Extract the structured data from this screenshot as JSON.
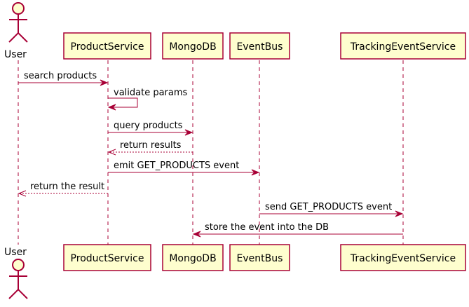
{
  "diagram": {
    "participants": [
      {
        "id": "user",
        "label": "User",
        "kind": "actor"
      },
      {
        "id": "product",
        "label": "ProductService",
        "kind": "participant"
      },
      {
        "id": "mongo",
        "label": "MongoDB",
        "kind": "participant"
      },
      {
        "id": "bus",
        "label": "EventBus",
        "kind": "participant"
      },
      {
        "id": "tracking",
        "label": "TrackingEventService",
        "kind": "participant"
      }
    ],
    "messages": [
      {
        "from": "user",
        "to": "product",
        "label": "search products",
        "style": "solid"
      },
      {
        "from": "product",
        "to": "product",
        "label": "validate params",
        "style": "solid"
      },
      {
        "from": "product",
        "to": "mongo",
        "label": "query products",
        "style": "solid"
      },
      {
        "from": "mongo",
        "to": "product",
        "label": "return results",
        "style": "dashed"
      },
      {
        "from": "product",
        "to": "bus",
        "label": "emit GET_PRODUCTS event",
        "style": "solid"
      },
      {
        "from": "product",
        "to": "user",
        "label": "return the result",
        "style": "dashed"
      },
      {
        "from": "bus",
        "to": "tracking",
        "label": "send GET_PRODUCTS event",
        "style": "solid"
      },
      {
        "from": "tracking",
        "to": "mongo",
        "label": "store the event into the DB",
        "style": "solid"
      }
    ],
    "colors": {
      "box_fill": "#FEFECE",
      "line": "#A80036",
      "text": "#000000"
    }
  }
}
